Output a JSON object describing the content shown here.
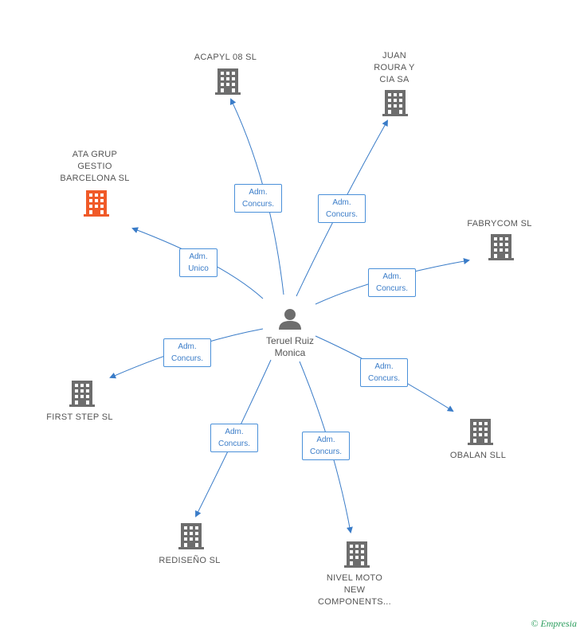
{
  "center": {
    "name_line1": "Teruel Ruiz",
    "name_line2": "Monica"
  },
  "nodes": {
    "acapyl": "ACAPYL 08  SL",
    "juan_roura": "JUAN\nROURA Y\nCIA SA",
    "ata_grup": "ATA GRUP\nGESTIO\nBARCELONA SL",
    "fabrycom": "FABRYCOM SL",
    "first_step": "FIRST STEP SL",
    "obalan": "OBALAN SLL",
    "rediseno": "REDISEÑO SL",
    "nivel_moto": "NIVEL MOTO\nNEW\nCOMPONENTS..."
  },
  "edges": {
    "acapyl": {
      "line1": "Adm.",
      "line2": "Concurs."
    },
    "juan_roura": {
      "line1": "Adm.",
      "line2": "Concurs."
    },
    "ata_grup": {
      "line1": "Adm.",
      "line2": "Unico"
    },
    "fabrycom": {
      "line1": "Adm.",
      "line2": "Concurs."
    },
    "first_step": {
      "line1": "Adm.",
      "line2": "Concurs."
    },
    "obalan": {
      "line1": "Adm.",
      "line2": "Concurs."
    },
    "rediseno": {
      "line1": "Adm.",
      "line2": "Concurs."
    },
    "nivel_moto": {
      "line1": "Adm.",
      "line2": "Concurs."
    }
  },
  "colors": {
    "edge": "#3a7cc8",
    "icon": "#6d6d6d",
    "highlight_icon": "#f05a28",
    "brand": "#2a9d5c"
  },
  "icons": {
    "company": "building-icon",
    "person": "person-icon",
    "copyright": "copyright-icon"
  },
  "footer": {
    "brand": "Empresia"
  }
}
